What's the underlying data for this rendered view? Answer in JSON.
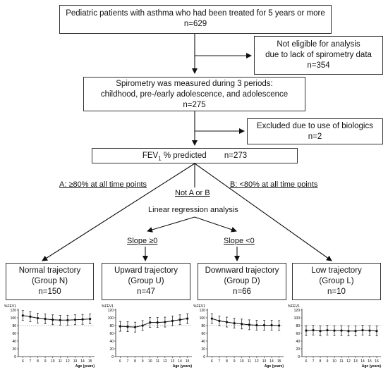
{
  "boxes": {
    "patients": {
      "line1": "Pediatric patients with asthma who had been treated for 5 years or more",
      "line2": "n=629"
    },
    "not_eligible": {
      "line1": "Not eligible for analysis",
      "line2": "due to lack of spirometry data",
      "line3": "n=354"
    },
    "spirometry": {
      "line1": "Spirometry was measured during 3 periods:",
      "line2": "childhood, pre-/early adolescence, and adolescence",
      "line3": "n=275"
    },
    "excluded": {
      "line1": "Excluded  due to use of biologics",
      "line2": "n=2"
    },
    "fev1": {
      "prefix": "FEV",
      "sub": "1",
      "suffix": " % predicted",
      "n": "n=273"
    }
  },
  "labels": {
    "a": "A: ≥80% at all time points",
    "b": "B: <80% at all time points",
    "not_ab": "Not A or B",
    "regression": "Linear regression analysis",
    "slope_pos": "Slope ≥0",
    "slope_neg": "Slope <0"
  },
  "groups": [
    {
      "title": "Normal trajectory",
      "group": "(Group N)",
      "n": "n=150"
    },
    {
      "title": "Upward trajectory",
      "group": "(Group U)",
      "n": "n=47"
    },
    {
      "title": "Downward trajectory",
      "group": "(Group D)",
      "n": "n=66"
    },
    {
      "title": "Low trajectory",
      "group": "(Group L)",
      "n": "n=10"
    }
  ],
  "chart_data": [
    {
      "type": "line",
      "ylabel": "%FEV1",
      "xlabel": "Age (years)",
      "ylim": [
        0,
        120
      ],
      "yticks": [
        0,
        20,
        40,
        60,
        80,
        100,
        120
      ],
      "reference_line": 80,
      "x": [
        6,
        7,
        8,
        9,
        10,
        11,
        12,
        13,
        14,
        15
      ],
      "series": [
        {
          "values": [
            106,
            103,
            99,
            97,
            95,
            94,
            94,
            95,
            96,
            97
          ]
        }
      ]
    },
    {
      "type": "line",
      "ylabel": "%FEV1",
      "xlabel": "Age (years)",
      "ylim": [
        0,
        120
      ],
      "yticks": [
        0,
        20,
        40,
        60,
        80,
        100,
        120
      ],
      "reference_line": 80,
      "x": [
        6,
        7,
        8,
        9,
        10,
        11,
        12,
        13,
        14,
        15
      ],
      "series": [
        {
          "values": [
            78,
            77,
            76,
            80,
            88,
            88,
            89,
            92,
            95,
            98
          ]
        }
      ]
    },
    {
      "type": "line",
      "ylabel": "%FEV1",
      "xlabel": "Age (years)",
      "ylim": [
        0,
        120
      ],
      "yticks": [
        0,
        20,
        40,
        60,
        80,
        100,
        120
      ],
      "reference_line": 80,
      "x": [
        6,
        7,
        8,
        9,
        10,
        11,
        12,
        13,
        14,
        15
      ],
      "series": [
        {
          "values": [
            98,
            92,
            89,
            86,
            84,
            82,
            81,
            81,
            81,
            80
          ]
        }
      ]
    },
    {
      "type": "line",
      "ylabel": "%FEV1",
      "xlabel": "Age (years)",
      "ylim": [
        0,
        120
      ],
      "yticks": [
        0,
        20,
        40,
        60,
        80,
        100,
        120
      ],
      "reference_line": 80,
      "x": [
        6,
        7,
        8,
        9,
        10,
        11,
        12,
        13,
        14,
        15,
        16
      ],
      "series": [
        {
          "values": [
            67,
            68,
            66,
            68,
            67,
            67,
            66,
            66,
            68,
            67,
            66
          ]
        }
      ]
    }
  ]
}
